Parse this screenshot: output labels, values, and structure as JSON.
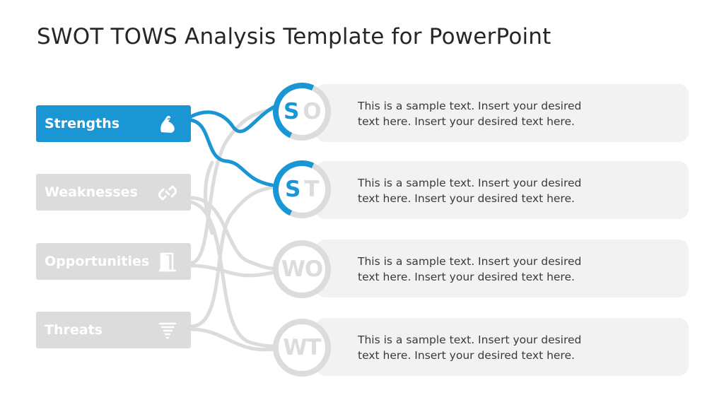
{
  "title": "SWOT TOWS Analysis Template for PowerPoint",
  "colors": {
    "accent": "#1996d3",
    "inactive": "#dcdcdc",
    "bar": "#f2f2f2",
    "text": "#3a3a3a"
  },
  "labels": [
    {
      "text": "Strengths",
      "icon": "flexed-arm-icon",
      "active": true
    },
    {
      "text": "Weaknesses",
      "icon": "broken-chain-icon",
      "active": false
    },
    {
      "text": "Opportunities",
      "icon": "open-door-icon",
      "active": false
    },
    {
      "text": "Threats",
      "icon": "tornado-icon",
      "active": false
    }
  ],
  "strategies": [
    {
      "first": "S",
      "second": "O",
      "text_line1": "This is a sample text. Insert your desired",
      "text_line2": "text here. Insert your desired text here."
    },
    {
      "first": "S",
      "second": "T",
      "text_line1": "This is a sample text. Insert your desired",
      "text_line2": "text here. Insert your desired text here."
    },
    {
      "first": "W",
      "second": "O",
      "text_line1": "This is a sample text. Insert your desired",
      "text_line2": "text here. Insert your desired text here."
    },
    {
      "first": "W",
      "second": "T",
      "text_line1": "This is a sample text. Insert your desired",
      "text_line2": "text here. Insert your desired text here."
    }
  ]
}
